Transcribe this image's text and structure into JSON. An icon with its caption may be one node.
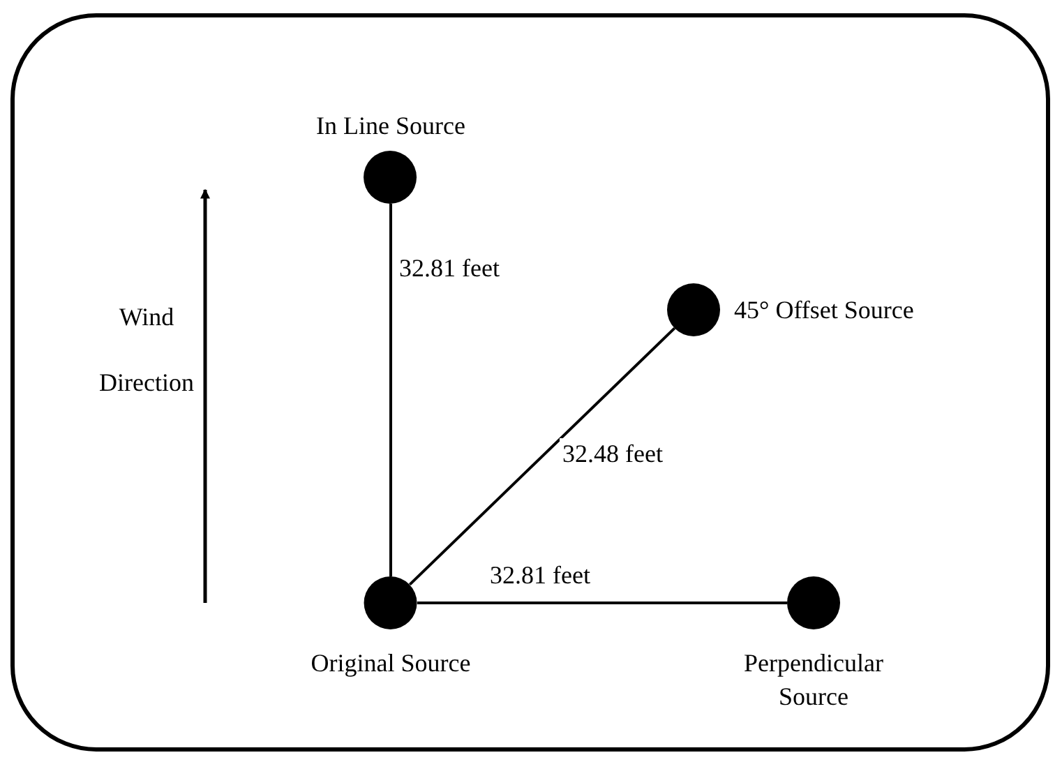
{
  "diagram": {
    "nodes": [
      {
        "text": [
          "In Line Source"
        ]
      },
      {
        "text": [
          "45° Offset Source"
        ]
      },
      {
        "text": [
          "Original Source"
        ]
      },
      {
        "text": [
          "Perpendicular Source"
        ]
      }
    ],
    "edges": [
      {
        "from": 2,
        "to": 0,
        "arrow": "none",
        "label": "32.81 feet"
      },
      {
        "from": 2,
        "to": 1,
        "arrow": "none",
        "label": "32.48 feet"
      },
      {
        "from": 2,
        "to": 3,
        "arrow": "none",
        "label": "32.81 feet"
      }
    ],
    "labels": [
      "Wind Direction"
    ]
  }
}
